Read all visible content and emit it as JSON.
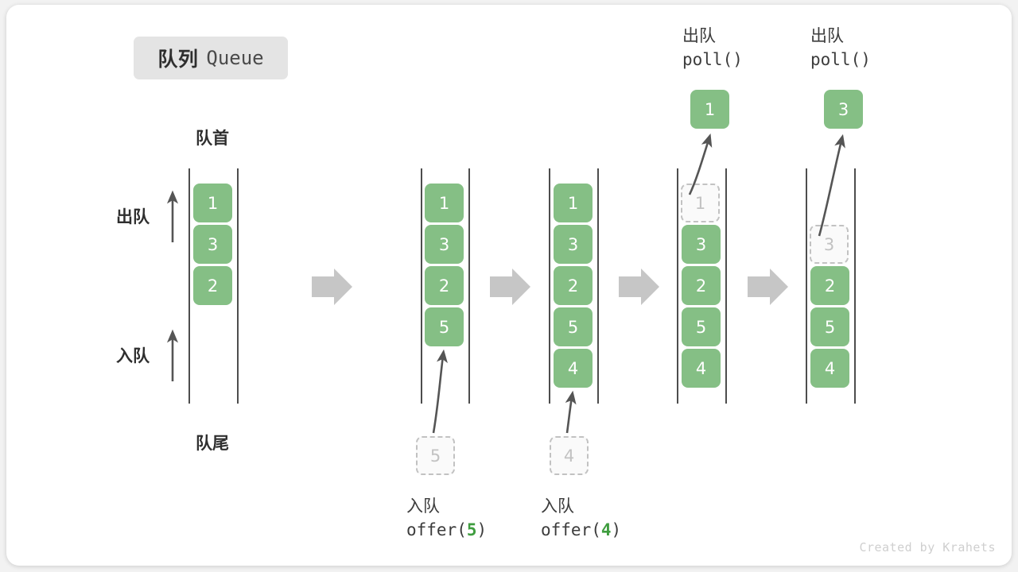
{
  "title": {
    "cn": "队列",
    "en": "Queue"
  },
  "labels": {
    "head": "队首",
    "tail": "队尾",
    "dequeue": "出队",
    "enqueue": "入队"
  },
  "watermark": "Created by Krahets",
  "colors": {
    "box_fill": "#85bf85",
    "box_text": "#ffffff",
    "ghost_fill": "#fafafa",
    "ghost_border": "#c2c2c2",
    "ghost_text": "#c2c2c2",
    "rail": "#4d4d4d",
    "arrow_gray": "#c6c6c6",
    "curve": "#555555",
    "badge_bg": "#e4e4e4",
    "highlight": "#3f9d3f",
    "card_bg": "#ffffff",
    "page_bg": "#f2f2f2"
  },
  "columns": [
    {
      "id": "initial",
      "items": [
        "1",
        "3",
        "2"
      ],
      "ghost": null,
      "side_labels": {
        "dequeue": "出队",
        "enqueue": "入队"
      },
      "top_label": "队首",
      "bottom_label": "队尾"
    },
    {
      "id": "after-offer-5",
      "items": [
        "1",
        "3",
        "2",
        "5"
      ],
      "ghost": null,
      "incoming": {
        "value": "5",
        "op_cn": "入队",
        "op_code_prefix": "offer(",
        "op_code_value": "5",
        "op_code_suffix": ")"
      }
    },
    {
      "id": "after-offer-4",
      "items": [
        "1",
        "3",
        "2",
        "5",
        "4"
      ],
      "ghost": null,
      "incoming": {
        "value": "4",
        "op_cn": "入队",
        "op_code_prefix": "offer(",
        "op_code_value": "4",
        "op_code_suffix": ")"
      }
    },
    {
      "id": "poll-1",
      "items": [
        "3",
        "2",
        "5",
        "4"
      ],
      "ghost": "1",
      "outgoing": {
        "value": "1",
        "op_cn": "出队",
        "op_code": "poll()"
      }
    },
    {
      "id": "poll-3",
      "items": [
        "2",
        "5",
        "4"
      ],
      "ghost": "3",
      "outgoing": {
        "value": "3",
        "op_cn": "出队",
        "op_code": "poll()"
      }
    }
  ],
  "flow_arrows": 4,
  "chart_data": {
    "type": "diagram",
    "title": "队列 Queue",
    "description": "Queue operations: offer(5), offer(4), poll(), poll()",
    "states": [
      {
        "label": "initial",
        "queue": [
          "1",
          "3",
          "2"
        ]
      },
      {
        "label": "offer(5)",
        "queue": [
          "1",
          "3",
          "2",
          "5"
        ]
      },
      {
        "label": "offer(4)",
        "queue": [
          "1",
          "3",
          "2",
          "5",
          "4"
        ]
      },
      {
        "label": "poll() -> 1",
        "queue": [
          "3",
          "2",
          "5",
          "4"
        ]
      },
      {
        "label": "poll() -> 3",
        "queue": [
          "2",
          "5",
          "4"
        ]
      }
    ]
  }
}
